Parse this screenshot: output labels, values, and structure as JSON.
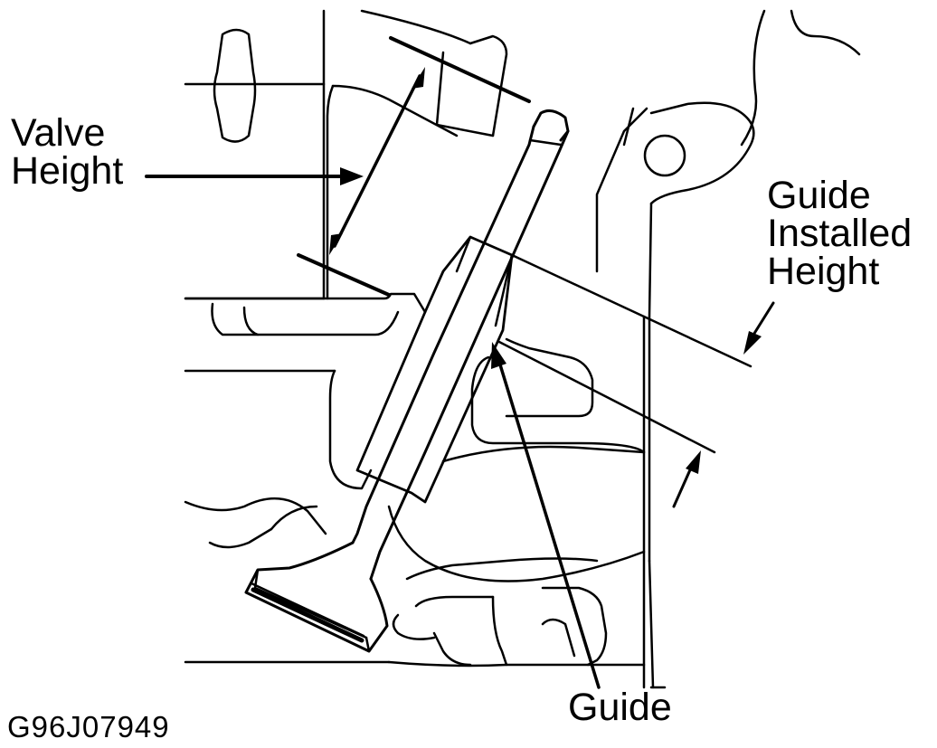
{
  "figure": {
    "labels": {
      "valve_height": [
        "Valve",
        "Height"
      ],
      "guide_installed_height": [
        "Guide",
        "Installed",
        "Height"
      ],
      "guide": "Guide"
    },
    "figure_code": "G96J07949"
  }
}
